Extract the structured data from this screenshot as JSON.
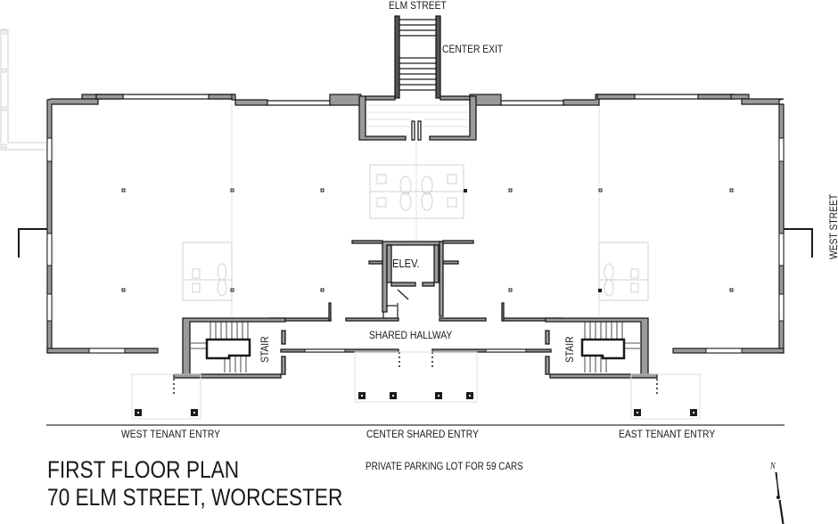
{
  "title": {
    "line1": "FIRST FLOOR PLAN",
    "line2": "70 ELM STREET, WORCESTER"
  },
  "streets": {
    "north": "ELM STREET",
    "east": "WEST STREET"
  },
  "exits": {
    "center_exit": "CENTER EXIT"
  },
  "rooms": {
    "elevator": "ELEV.",
    "hallway": "SHARED HALLWAY",
    "stair_west": "STAIR",
    "stair_east": "STAIR"
  },
  "entries": {
    "west": "WEST TENANT ENTRY",
    "center": "CENTER SHARED ENTRY",
    "east": "EAST TENANT ENTRY"
  },
  "parking": "PRIVATE PARKING LOT FOR 59 CARS",
  "north_arrow": {
    "label": "N",
    "icon": "north-arrow-icon"
  },
  "colors": {
    "wall": "#1a1a1a",
    "wall_fill": "#9a9a9a",
    "faint": "#d0d0d0",
    "background": "#ffffff"
  }
}
